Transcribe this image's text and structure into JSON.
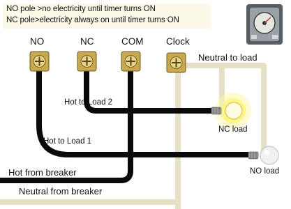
{
  "note": {
    "line1": "NO pole >no electricity until timer turns ON",
    "line2": "NC pole>electricity always on until timer turns ON"
  },
  "terminals": {
    "no": "NO",
    "nc": "NC",
    "com": "COM",
    "clock": "Clock"
  },
  "wires": {
    "neutral_to_load": "Neutral to load",
    "hot_to_load_2": "Hot to Load 2",
    "hot_to_load_1": "Hot to Load 1",
    "hot_from_breaker": "Hot from breaker",
    "neutral_from_breaker": "Neutral from breaker"
  },
  "loads": {
    "nc_load": "NC load",
    "no_load": "NO load"
  },
  "colors": {
    "hot_wire": "#0a0a0a",
    "neutral_wire": "#e6e0c6",
    "terminal_brass": "#c8a850",
    "lit_bulb": "#fff27a",
    "unlit_bulb": "#eeeeee",
    "note_background": "#fbf8e8"
  },
  "icons": {
    "timer": "timer-switch-icon",
    "terminal": "screw-terminal-icon",
    "lit_bulb": "lit-bulb-icon",
    "unlit_bulb": "unlit-bulb-icon"
  }
}
